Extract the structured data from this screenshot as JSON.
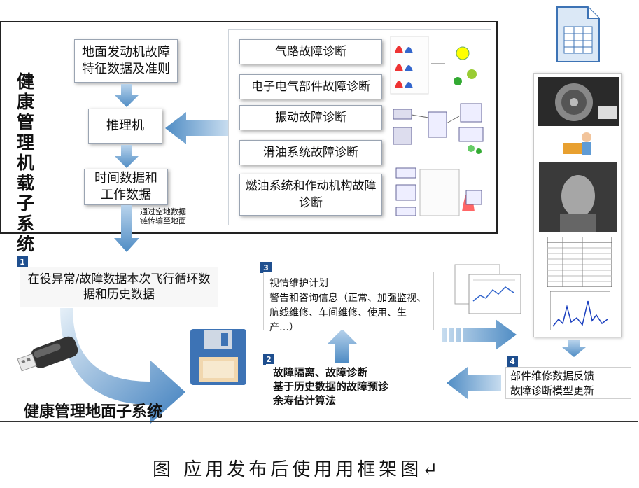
{
  "air_subsystem": {
    "title": "健康管理机载子系统",
    "inputs_box": "地面发动机故障特征数据及准则",
    "reasoner_box": "推理机",
    "time_data_box": "时间数据和工作数据",
    "datalink_note": "通过空地数据链传输至地面",
    "diagnosis_modules": [
      "气路故障诊断",
      "电子电气部件故障诊断",
      "振动故障诊断",
      "滑油系统故障诊断",
      "燃油系统和作动机构故障诊断"
    ]
  },
  "ground_subsystem": {
    "title": "健康管理地面子系统",
    "step1": {
      "num": "1",
      "text": "在役异常/故障数据本次飞行循环数据和历史数据"
    },
    "step2": {
      "num": "2",
      "lines": [
        "故障隔离、故障诊断",
        "基于历史数据的故障预诊",
        "余寿估计算法"
      ]
    },
    "step3": {
      "num": "3",
      "title": "视情维护计划",
      "text": "警告和咨询信息（正常、加强监视、航线维修、车间维修、使用、生产…）"
    },
    "step4": {
      "num": "4",
      "lines": [
        "部件维修数据反馈",
        "故障诊断模型更新"
      ]
    }
  },
  "caption": "图 应用发布后使用用框架图↵"
}
